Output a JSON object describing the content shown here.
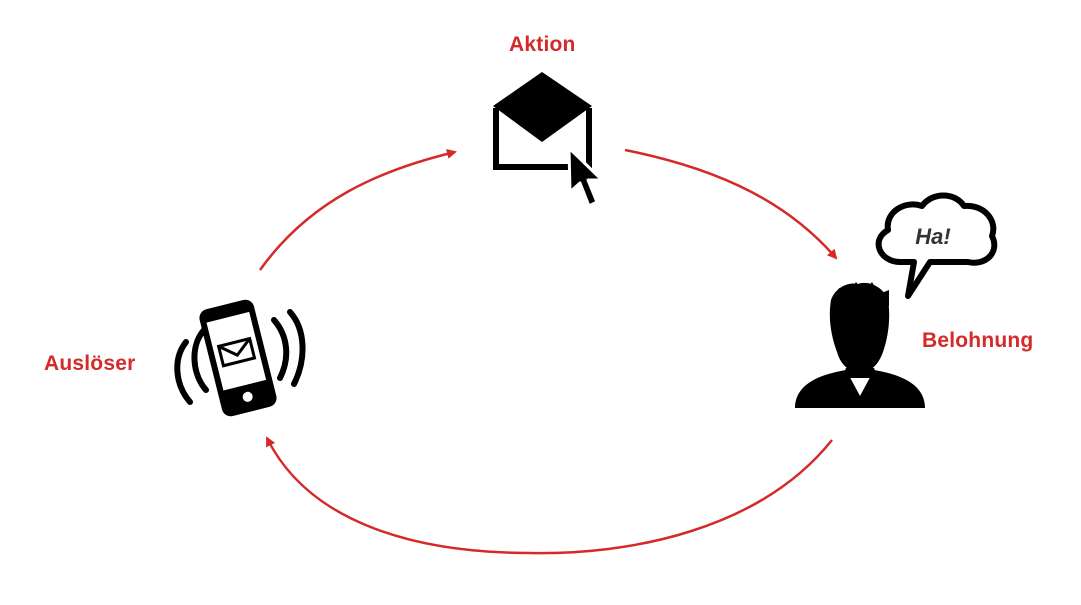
{
  "diagram": {
    "nodes": {
      "action": {
        "label": "Aktion",
        "icon": "envelope-cursor-icon"
      },
      "trigger": {
        "label": "Auslöser",
        "icon": "ringing-phone-icon"
      },
      "reward": {
        "label": "Belohnung",
        "icon": "person-icon",
        "bubble_text": "Ha!",
        "bubble_icon": "speech-bubble-icon"
      }
    },
    "edges": [
      {
        "from": "trigger",
        "to": "action"
      },
      {
        "from": "action",
        "to": "reward"
      },
      {
        "from": "reward",
        "to": "trigger"
      }
    ]
  },
  "colors": {
    "accent": "#d42a2a",
    "icon": "#000000",
    "background": "#ffffff"
  }
}
